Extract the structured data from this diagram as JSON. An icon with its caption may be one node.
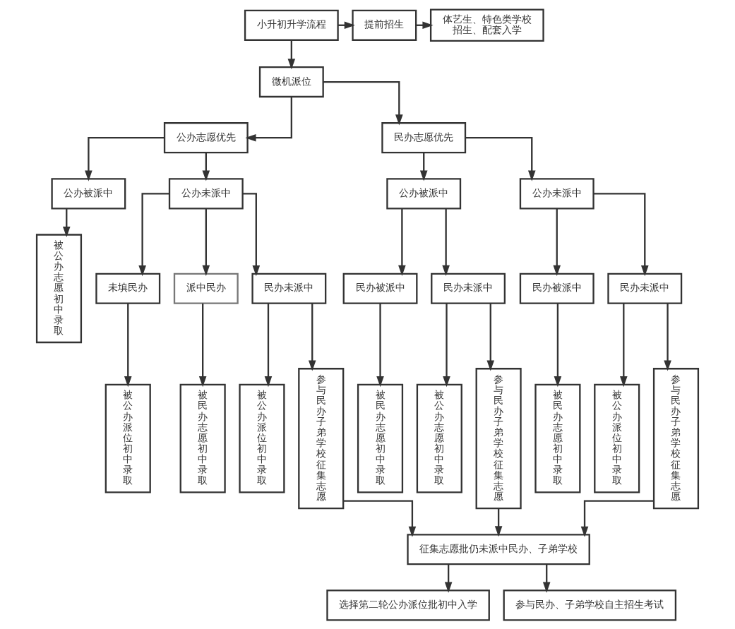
{
  "diagram": {
    "nodes": [
      {
        "text": [
          "小升初升学流程"
        ]
      },
      {
        "text": [
          "提前招生"
        ]
      },
      {
        "text": [
          "体艺生、特色类学校招生、配套入学"
        ]
      },
      {
        "text": [
          "微机派位"
        ]
      },
      {
        "text": [
          "公办志愿优先"
        ]
      },
      {
        "text": [
          "民办志愿优先"
        ]
      },
      {
        "text": [
          "公办被派中"
        ]
      },
      {
        "text": [
          "公办未派中"
        ]
      },
      {
        "text": [
          "未填民办"
        ]
      },
      {
        "text": [
          "派中民办"
        ]
      },
      {
        "text": [
          "民办未派中"
        ]
      },
      {
        "text": [
          "被公办志愿初中录取"
        ]
      },
      {
        "text": [
          "被公办派位初中录取"
        ]
      },
      {
        "text": [
          "被民办志愿初中录取"
        ]
      },
      {
        "text": [
          "被公办派位初中录取"
        ]
      },
      {
        "text": [
          "参与民办子弟学校征集志愿"
        ]
      },
      {
        "text": [
          "公办被派中"
        ]
      },
      {
        "text": [
          "公办未派中"
        ]
      },
      {
        "text": [
          "民办被派中"
        ]
      },
      {
        "text": [
          "民办未派中"
        ]
      },
      {
        "text": [
          "民办被派中"
        ]
      },
      {
        "text": [
          "民办未派中"
        ]
      },
      {
        "text": [
          "被民办志愿初中录取"
        ]
      },
      {
        "text": [
          "被公办志愿初中录取"
        ]
      },
      {
        "text": [
          "参与民办子弟学校征集志愿"
        ]
      },
      {
        "text": [
          "被民办志愿初中录取"
        ]
      },
      {
        "text": [
          "被公办派位初中录取"
        ]
      },
      {
        "text": [
          "参与民办子弟学校征集志愿"
        ]
      },
      {
        "text": [
          "征集志愿批仍未派中民办、子弟学校"
        ]
      },
      {
        "text": [
          "选择第二轮公办派位批初中入学"
        ]
      },
      {
        "text": [
          "参与民办、子弟学校自主招生考试"
        ]
      }
    ],
    "edges": [
      {
        "from": 0,
        "to": 1,
        "arrow": "to"
      },
      {
        "from": 1,
        "to": 2,
        "arrow": "to"
      },
      {
        "from": 0,
        "to": 3,
        "arrow": "to"
      },
      {
        "from": 3,
        "to": 4,
        "arrow": "to"
      },
      {
        "from": 3,
        "to": 5,
        "arrow": "to"
      },
      {
        "from": 4,
        "to": 6,
        "arrow": "to"
      },
      {
        "from": 4,
        "to": 7,
        "arrow": "to"
      },
      {
        "from": 7,
        "to": 8,
        "arrow": "to"
      },
      {
        "from": 7,
        "to": 9,
        "arrow": "to"
      },
      {
        "from": 7,
        "to": 10,
        "arrow": "to"
      },
      {
        "from": 6,
        "to": 11,
        "arrow": "to"
      },
      {
        "from": 8,
        "to": 12,
        "arrow": "to"
      },
      {
        "from": 9,
        "to": 13,
        "arrow": "to"
      },
      {
        "from": 10,
        "to": 14,
        "arrow": "to"
      },
      {
        "from": 10,
        "to": 15,
        "arrow": "to"
      },
      {
        "from": 5,
        "to": 16,
        "arrow": "to"
      },
      {
        "from": 5,
        "to": 17,
        "arrow": "to"
      },
      {
        "from": 16,
        "to": 18,
        "arrow": "to"
      },
      {
        "from": 16,
        "to": 19,
        "arrow": "to"
      },
      {
        "from": 17,
        "to": 20,
        "arrow": "to"
      },
      {
        "from": 17,
        "to": 21,
        "arrow": "to"
      },
      {
        "from": 18,
        "to": 22,
        "arrow": "to"
      },
      {
        "from": 19,
        "to": 23,
        "arrow": "to"
      },
      {
        "from": 19,
        "to": 24,
        "arrow": "to"
      },
      {
        "from": 20,
        "to": 25,
        "arrow": "to"
      },
      {
        "from": 21,
        "to": 26,
        "arrow": "to"
      },
      {
        "from": 21,
        "to": 27,
        "arrow": "to"
      },
      {
        "from": 15,
        "to": 28,
        "arrow": "to"
      },
      {
        "from": 24,
        "to": 28,
        "arrow": "to"
      },
      {
        "from": 27,
        "to": 28,
        "arrow": "to"
      },
      {
        "from": 28,
        "to": 29,
        "arrow": "to"
      },
      {
        "from": 28,
        "to": 30,
        "arrow": "to"
      }
    ]
  }
}
